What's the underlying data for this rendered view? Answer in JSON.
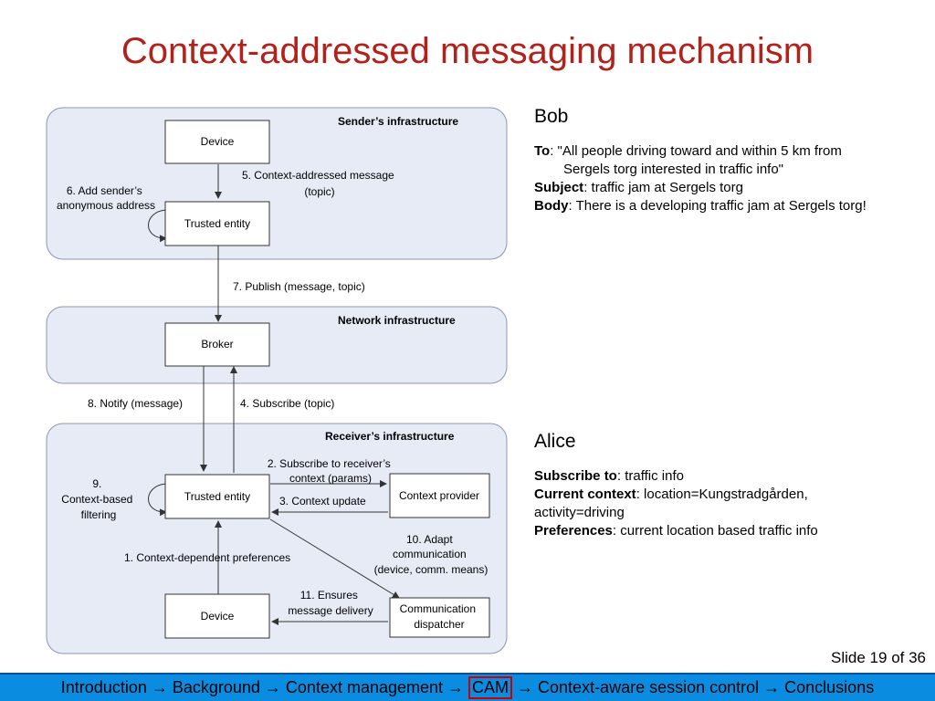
{
  "title": "Context-addressed messaging mechanism",
  "diagram": {
    "zones": {
      "sender": "Sender’s infrastructure",
      "network": "Network infrastructure",
      "receiver": "Receiver’s infrastructure"
    },
    "nodes": {
      "sender_device": "Device",
      "sender_trusted": "Trusted entity",
      "broker": "Broker",
      "receiver_trusted": "Trusted entity",
      "context_provider": "Context provider",
      "receiver_device": "Device",
      "comm_dispatcher": [
        "Communication",
        "dispatcher"
      ]
    },
    "steps": {
      "s1": "1. Context-dependent preferences",
      "s2": [
        "2. Subscribe to receiver’s",
        "context (params)"
      ],
      "s3": "3. Context update",
      "s4": "4. Subscribe (topic)",
      "s5": [
        "5. Context-addressed message",
        "(topic)"
      ],
      "s6": [
        "6. Add sender’s",
        "anonymous address"
      ],
      "s7": "7. Publish (message, topic)",
      "s8": "8. Notify (message)",
      "s9": [
        "9.",
        "Context-based",
        "filtering"
      ],
      "s10": [
        "10. Adapt",
        "communication",
        "(device, comm. means)"
      ],
      "s11": [
        "11. Ensures",
        "message delivery"
      ]
    }
  },
  "bob": {
    "name": "Bob",
    "to_label": "To",
    "to_line1": ": \"All people driving toward and within 5 km from",
    "to_line2": "Sergels torg interested in traffic info\"",
    "subject_label": "Subject",
    "subject_value": ": traffic jam at Sergels torg",
    "body_label": "Body",
    "body_value": ": There is a developing traffic jam at Sergels torg!"
  },
  "alice": {
    "name": "Alice",
    "subscribe_label": "Subscribe to",
    "subscribe_value": ": traffic info",
    "context_label": "Current context",
    "context_value": ": location=Kungstradgården,",
    "context_value2": "activity=driving",
    "prefs_label": "Preferences",
    "prefs_value": ": current location based traffic info"
  },
  "slide_number": "Slide 19 of 36",
  "nav": {
    "items": [
      "Introduction",
      "Background",
      "Context management",
      "CAM",
      "Context-aware session control",
      "Conclusions"
    ],
    "separator": "→",
    "current": "CAM"
  }
}
